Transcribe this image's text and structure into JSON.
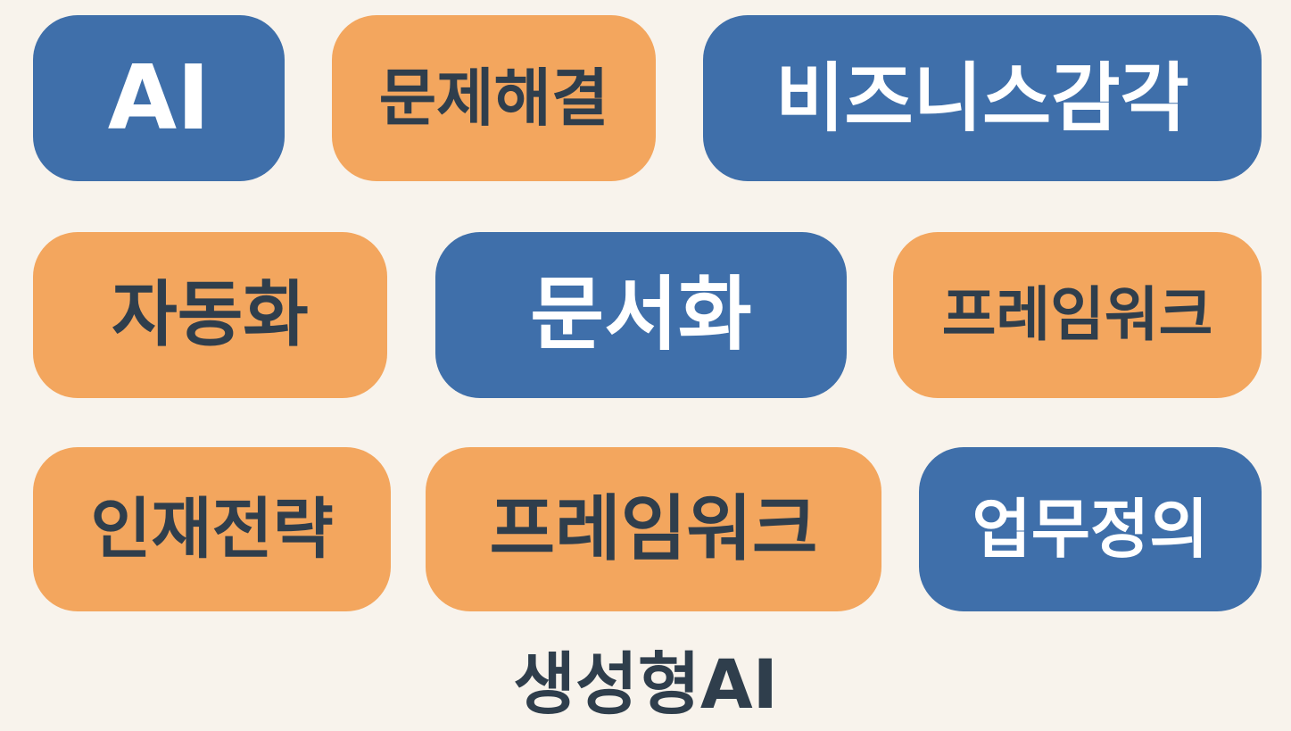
{
  "tags": [
    {
      "label": "AI",
      "color": "#3f6faa"
    },
    {
      "label": "문제해결",
      "color": "#f3a65e"
    },
    {
      "label": "비즈니스감각",
      "color": "#3f6faa"
    },
    {
      "label": "자동화",
      "color": "#f3a65e"
    },
    {
      "label": "문서화",
      "color": "#3f6faa"
    },
    {
      "label": "프레임워크",
      "color": "#f3a65e"
    },
    {
      "label": "인재전략",
      "color": "#f3a65e"
    },
    {
      "label": "프레임워크",
      "color": "#f3a65e"
    },
    {
      "label": "업무정의",
      "color": "#3f6faa"
    }
  ],
  "footer": {
    "label": "생성형AI"
  },
  "colors": {
    "background": "#f8f3ec",
    "blue": "#3f6faa",
    "orange": "#f3a65e",
    "dark_text": "#2f3e4c",
    "light_text": "#ffffff"
  }
}
